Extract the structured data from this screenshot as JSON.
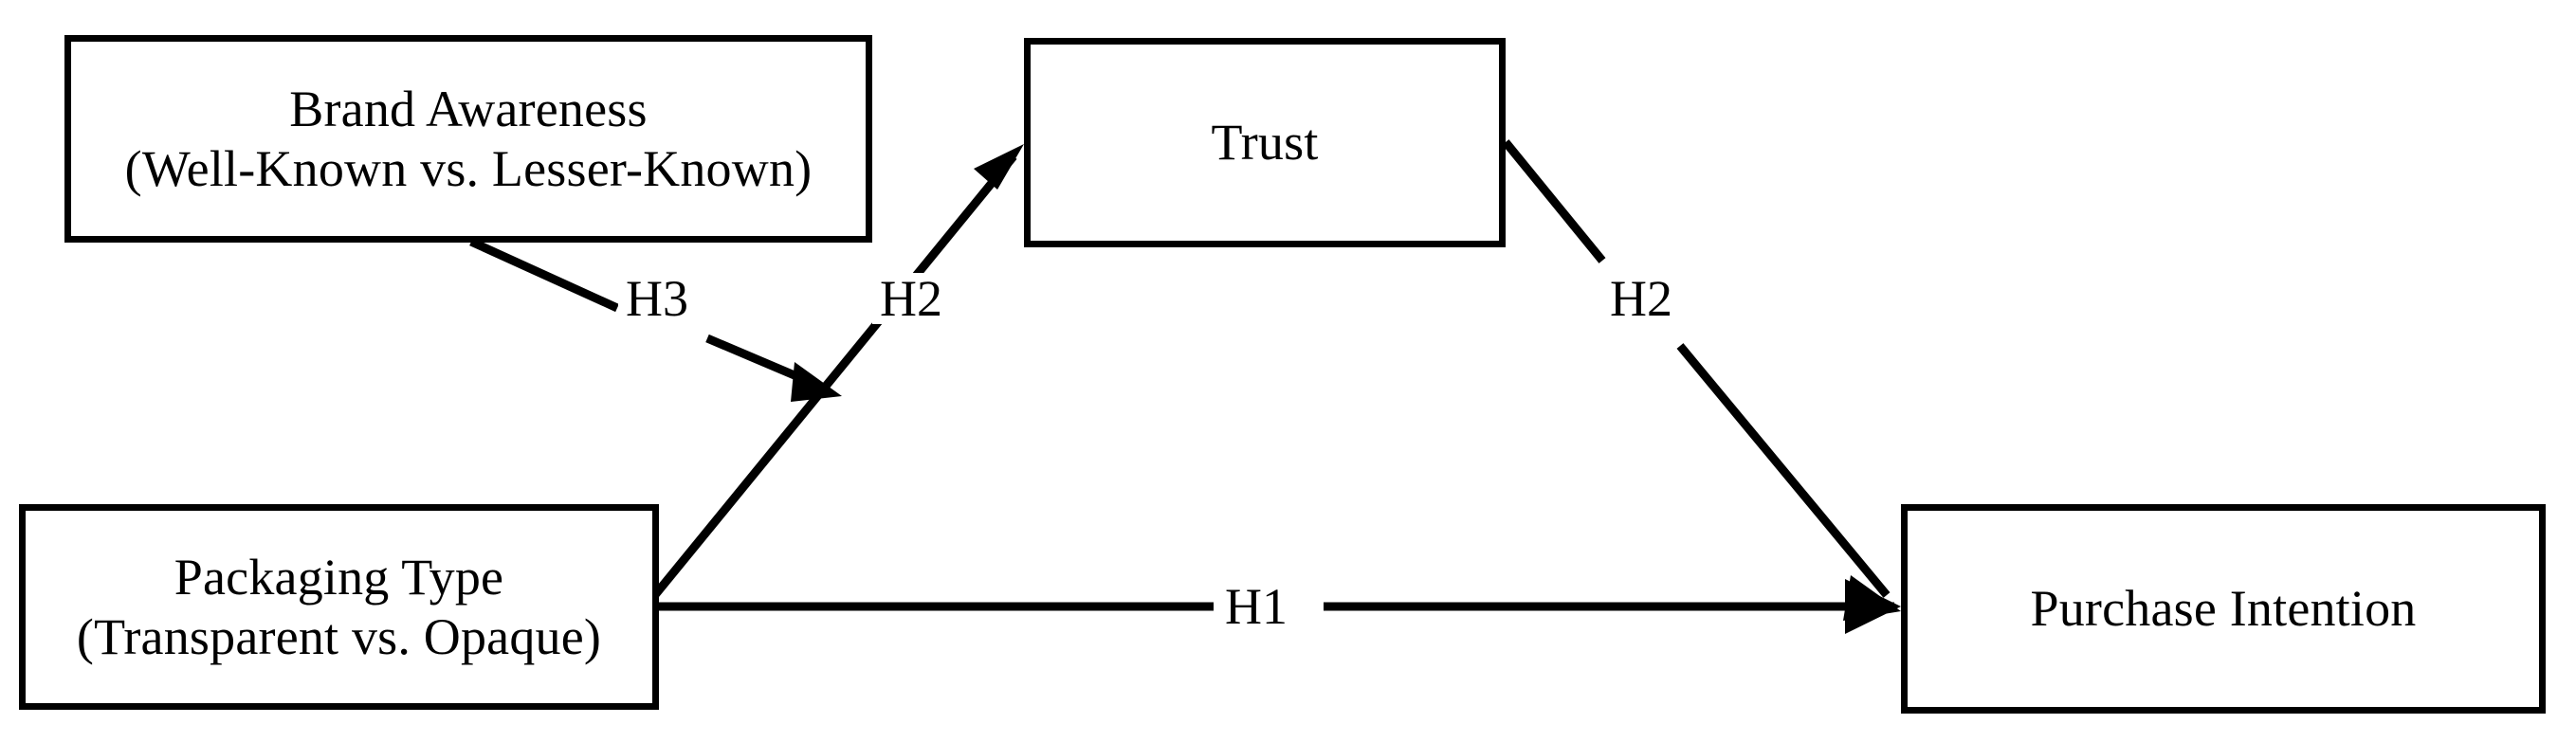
{
  "diagram": {
    "type": "conceptual-model",
    "background_color": "#ffffff",
    "stroke_color": "#000000",
    "nodes": [
      {
        "id": "brand-awareness",
        "lines": [
          "Brand Awareness",
          "(Well-Known vs. Lesser-Known)"
        ]
      },
      {
        "id": "trust",
        "lines": [
          "Trust"
        ]
      },
      {
        "id": "packaging-type",
        "lines": [
          "Packaging Type",
          "(Transparent vs. Opaque)"
        ]
      },
      {
        "id": "purchase-intention",
        "lines": [
          "Purchase Intention"
        ]
      }
    ],
    "edges": [
      {
        "id": "h3",
        "label": "H3",
        "from": "brand-awareness",
        "to": "packaging-type-to-trust-path",
        "arrow": true,
        "note": "moderation"
      },
      {
        "id": "h2-left",
        "label": "H2",
        "from": "packaging-type",
        "to": "trust",
        "arrow": true
      },
      {
        "id": "h2-right",
        "label": "H2",
        "from": "trust",
        "to": "purchase-intention",
        "arrow": true
      },
      {
        "id": "h1",
        "label": "H1",
        "from": "packaging-type",
        "to": "purchase-intention",
        "arrow": true
      }
    ]
  }
}
